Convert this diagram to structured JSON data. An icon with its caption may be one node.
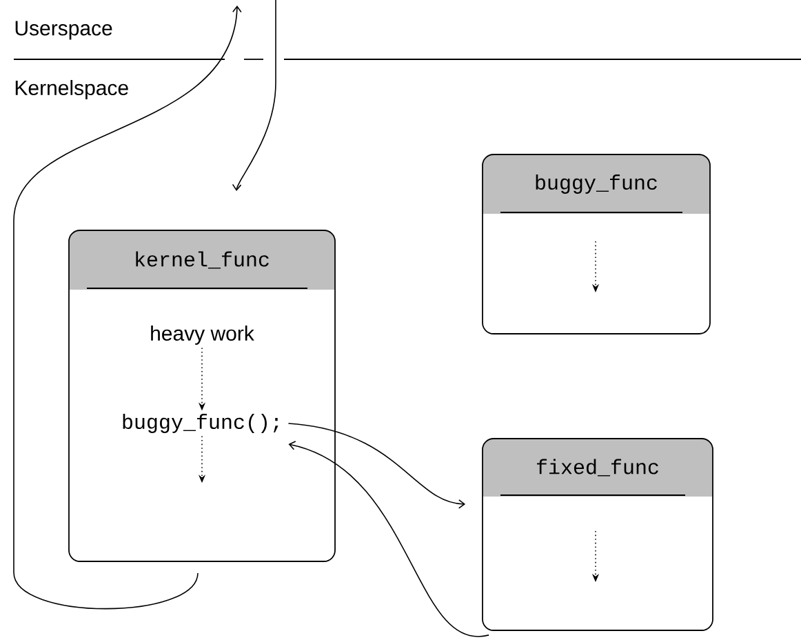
{
  "diagram": {
    "nodes": [
      {
        "text": [
          "kernel_func"
        ]
      },
      {
        "text": [
          "heavy work"
        ],
        "in": 0
      },
      {
        "text": [
          "buggy_func();"
        ],
        "in": 0
      },
      {
        "text": [
          "buggy_func"
        ]
      },
      {
        "text": [
          "fixed_func"
        ]
      }
    ],
    "edges": [
      {
        "from": null,
        "to": 0,
        "arrow": "to"
      },
      {
        "from": 0,
        "to": null,
        "arrow": "to"
      },
      {
        "from": 1,
        "to": 2,
        "arrow": "to",
        "style": "dashed"
      },
      {
        "from": 2,
        "to": null,
        "arrow": "to",
        "style": "dashed"
      },
      {
        "from": 2,
        "to": 4,
        "arrow": "to"
      },
      {
        "from": 4,
        "to": 2,
        "arrow": "to"
      }
    ],
    "labels": [
      "Userspace",
      "Kernelspace"
    ]
  }
}
